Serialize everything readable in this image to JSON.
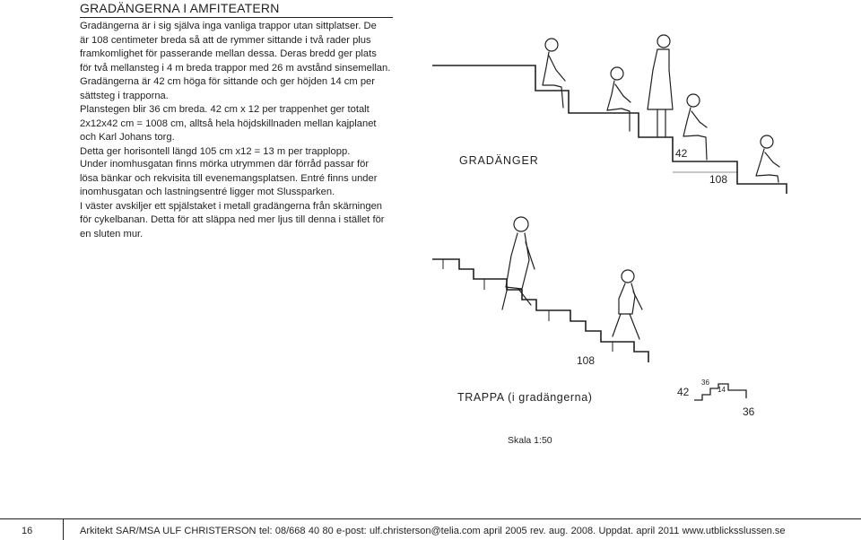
{
  "heading": "GRADÄNGERNA I AMFITEATERN",
  "paragraph1": [
    "Gradängerna är i sig själva inga vanliga trappor utan sittplatser. De",
    "är 108 centimeter breda så att de rymmer sittande i två rader plus",
    "framkomlighet för passerande mellan dessa. Deras bredd ger plats",
    "för två mellansteg i 4 m breda trappor med 26 m avstånd sinsemellan.",
    "Gradängerna är 42 cm höga för sittande och ger höjden 14 cm per",
    "sättsteg i trapporna.",
    "Planstegen blir 36 cm breda. 42 cm x 12 per trappenhet ger totalt",
    "2x12x42 cm = 1008 cm, alltså hela höjdskillnaden mellan kajplanet",
    "och Karl Johans torg.",
    "Detta ger horisontell längd 105 cm x12 = 13 m per trapplopp."
  ],
  "paragraph2": [
    "Under inomhusgatan finns mörka utrymmen där förråd passar för",
    "lösa bänkar och rekvisita till evenemangsplatsen. Entré finns under",
    "inomhusgatan och lastningsentré ligger mot Slussparken.",
    "I väster avskiljer ett spjälstaket i metall gradängerna från skärningen",
    "för cykelbanan. Detta för att släppa ned mer ljus till denna i stället för",
    "en sluten mur."
  ],
  "drawing": {
    "label_gradanger": "GRADÄNGER",
    "label_trappa": "TRAPPA (i gradängerna)",
    "label_skala": "Skala 1:50",
    "dim_42_top": "42",
    "dim_108_top": "108",
    "dim_108_bottom": "108",
    "dim_42_bottom": "42",
    "dim_36_small": "36",
    "dim_14": "14",
    "dim_36_large": "36"
  },
  "footer": {
    "page_number": "16",
    "text": "Arkitekt SAR/MSA ULF CHRISTERSON   tel: 08/668 40 80   e-post: ulf.christerson@telia.com  april 2005  rev. aug. 2008. Uppdat. april 2011   www.utblicksslussen.se"
  }
}
